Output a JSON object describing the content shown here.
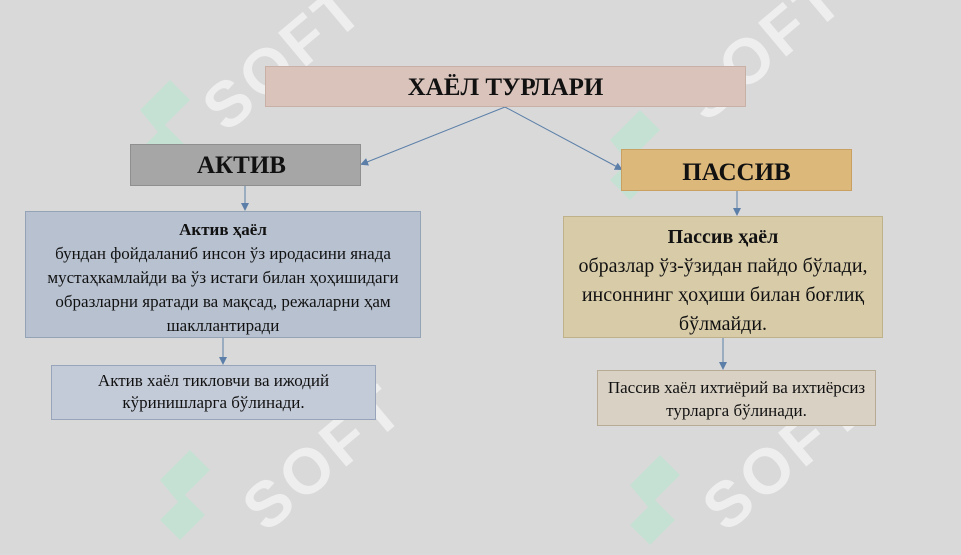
{
  "diagram": {
    "title": "ХАЁЛ ТУРЛАРИ",
    "active": {
      "label": "АКТИВ",
      "description_head": "Актив ҳаёл",
      "description_body": "бундан фойдаланиб инсон ўз иродасини янада мустаҳкамлайди ва ўз истаги билан ҳоҳишидаги образларни яратади ва мақсад, режаларни ҳам шакллантиради",
      "subtypes": "Актив хаёл тикловчи ва ижодий кўринишларга бўлинади."
    },
    "passive": {
      "label": "ПАССИВ",
      "description_head": "Пассив ҳаёл",
      "description_body": "образлар ўз-ўзидан пайдо бўлади, инсоннинг ҳоҳиши билан боғлиқ бўлмайди.",
      "subtypes": "Пассив хаёл ихтиёрий ва ихтиёрсиз турларга бўлинади."
    }
  },
  "watermark": {
    "text": "SOFT",
    "colors": {
      "logo": "#b5e8cf",
      "text": "#ffffff"
    }
  },
  "colors": {
    "background": "#d9d9d9",
    "title_fill": "#d9c3bb",
    "active_fill": "#a6a6a6",
    "passive_fill": "#dcb87a",
    "active_desc_fill": "#b7c1d0",
    "passive_desc_fill": "#d8cba8",
    "connector": "#5b7fa8"
  }
}
